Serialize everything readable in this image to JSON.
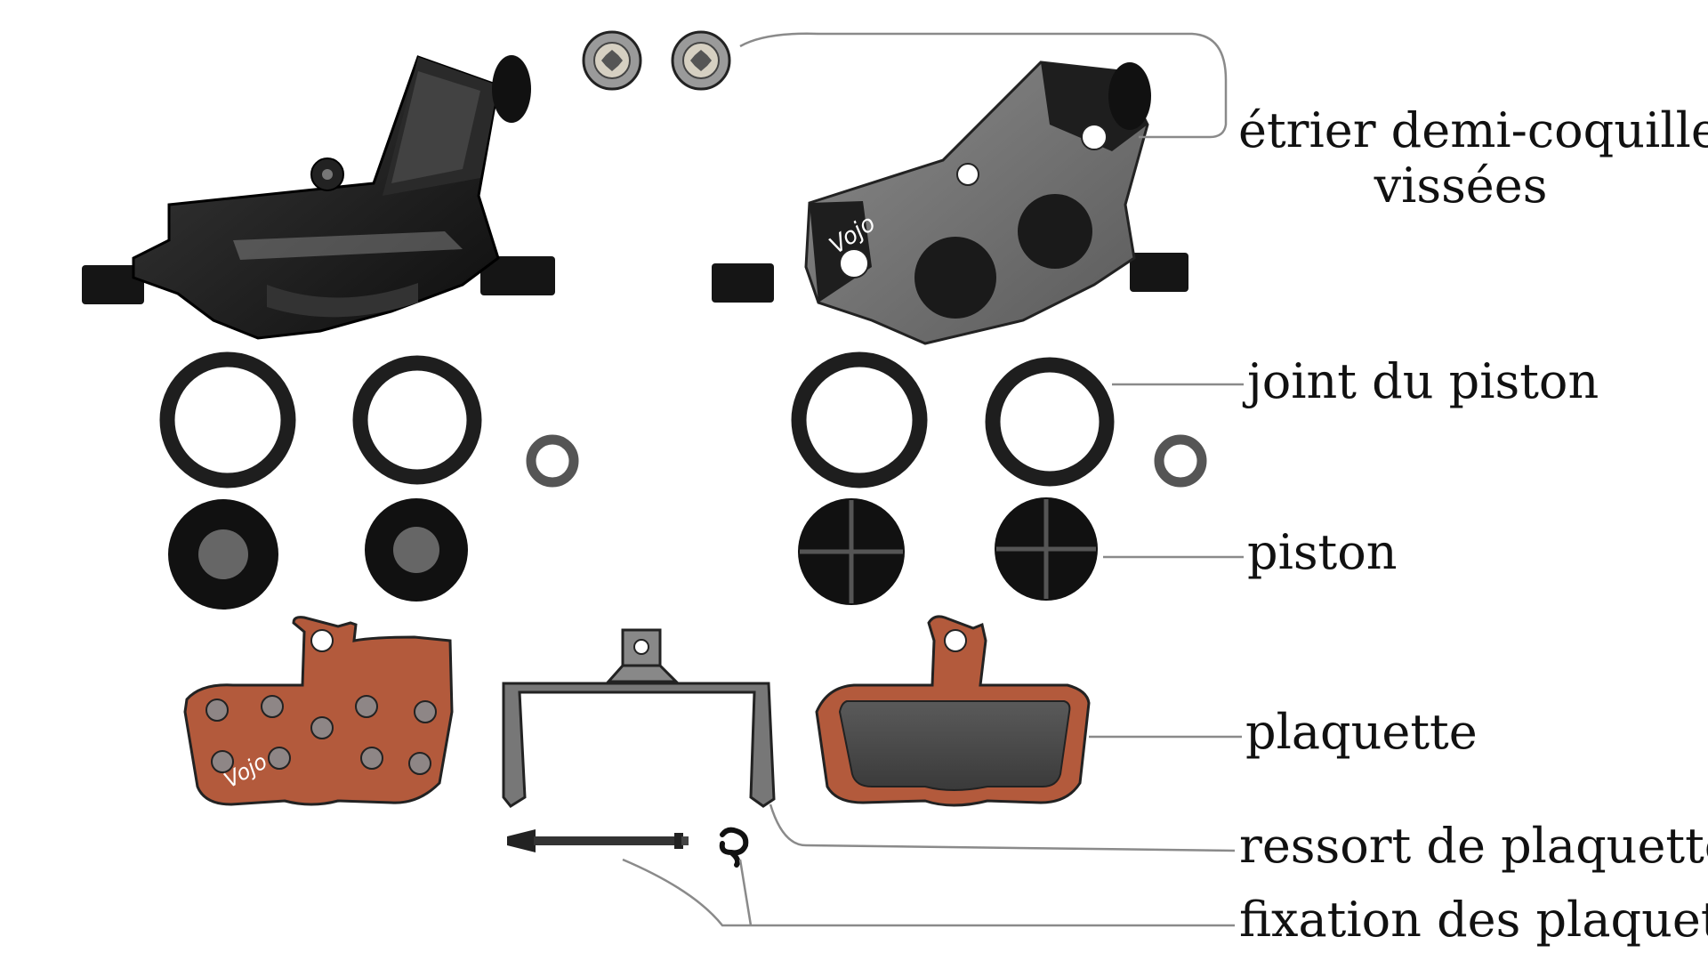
{
  "labels": {
    "etrier_line1": "étrier demi-coquilles",
    "etrier_line2": "vissées",
    "joint": "joint du piston",
    "piston": "piston",
    "plaquette": "plaquette",
    "ressort": "ressort de plaquettes",
    "fixation": "fixation des plaquettes"
  },
  "logos": {
    "caliper_logo": "Vojo",
    "pad_logo": "Vojo"
  },
  "colors": {
    "caliper_black": "#1c1c1c",
    "caliper_grey": "#6e6e6e",
    "pad_backing": "#b35a3c",
    "pad_material": "#4a4a4a",
    "leader_line": "#8a8a8a"
  },
  "icons": {
    "bolt": "torx-bolt-icon",
    "seal": "ring-seal-icon",
    "piston": "piston-icon",
    "pad": "brake-pad-icon",
    "spring": "pad-spring-icon",
    "pin": "retaining-pin-icon",
    "clip": "retaining-clip-icon"
  }
}
